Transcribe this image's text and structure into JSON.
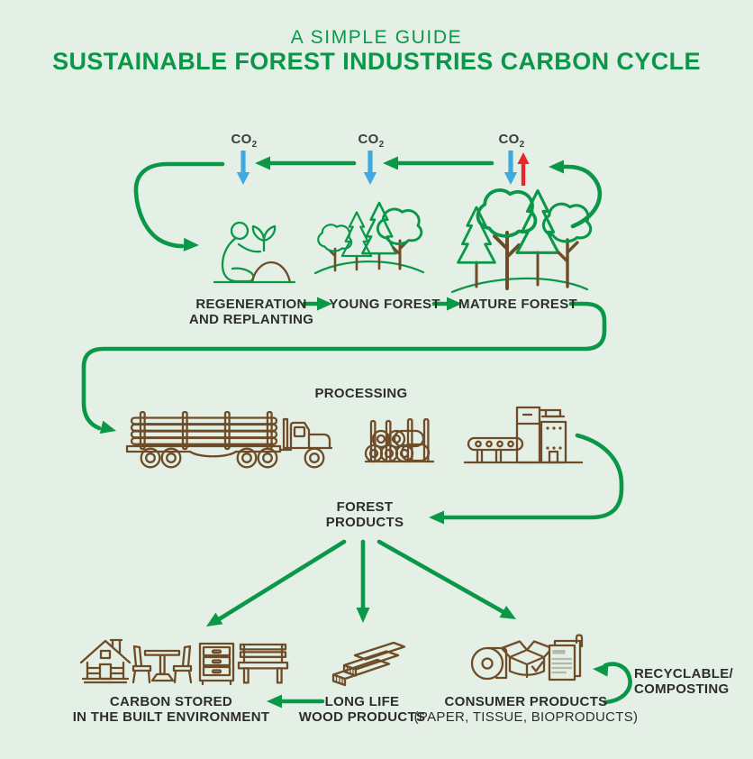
{
  "title": {
    "kicker": "A SIMPLE GUIDE",
    "main": "SUSTAINABLE FOREST INDUSTRIES CARBON CYCLE"
  },
  "co2": {
    "text": "CO",
    "sub": "2"
  },
  "stages": {
    "regeneration": {
      "line1": "REGENERATION",
      "line2": "AND REPLANTING"
    },
    "young_forest": {
      "label": "YOUNG FOREST"
    },
    "mature_forest": {
      "label": "MATURE FOREST"
    },
    "processing": {
      "label": "PROCESSING"
    },
    "forest_products": {
      "line1": "FOREST",
      "line2": "PRODUCTS"
    },
    "built_environment": {
      "line1": "CARBON STORED",
      "line2": "IN THE BUILT ENVIRONMENT"
    },
    "wood_products": {
      "line1": "LONG LIFE",
      "line2": "WOOD PRODUCTS"
    },
    "consumer_products": {
      "line1": "CONSUMER PRODUCTS",
      "line2": "(PAPER, TISSUE, BIOPRODUCTS)"
    },
    "recycling": {
      "line1": "RECYCLABLE/",
      "line2": "COMPOSTING"
    }
  },
  "icons": [
    "planting-person",
    "young-forest-trees",
    "mature-forest-trees",
    "co2-down-arrow",
    "co2-up-arrow",
    "log-truck",
    "log-pile",
    "processing-mill",
    "house",
    "table-and-chairs",
    "chest-of-drawers",
    "bench",
    "lumber-stack",
    "paper-roll",
    "cardboard-box",
    "paper-documents"
  ],
  "colors": {
    "bg": "#e4f0e6",
    "green": "#0a9748",
    "blue": "#3fa9e0",
    "red": "#e5262d",
    "brown": "#6f4c28",
    "text": "#2e2d2b",
    "co2_text": "#3c3c3b",
    "doc_lines": "#b4b8a6"
  }
}
